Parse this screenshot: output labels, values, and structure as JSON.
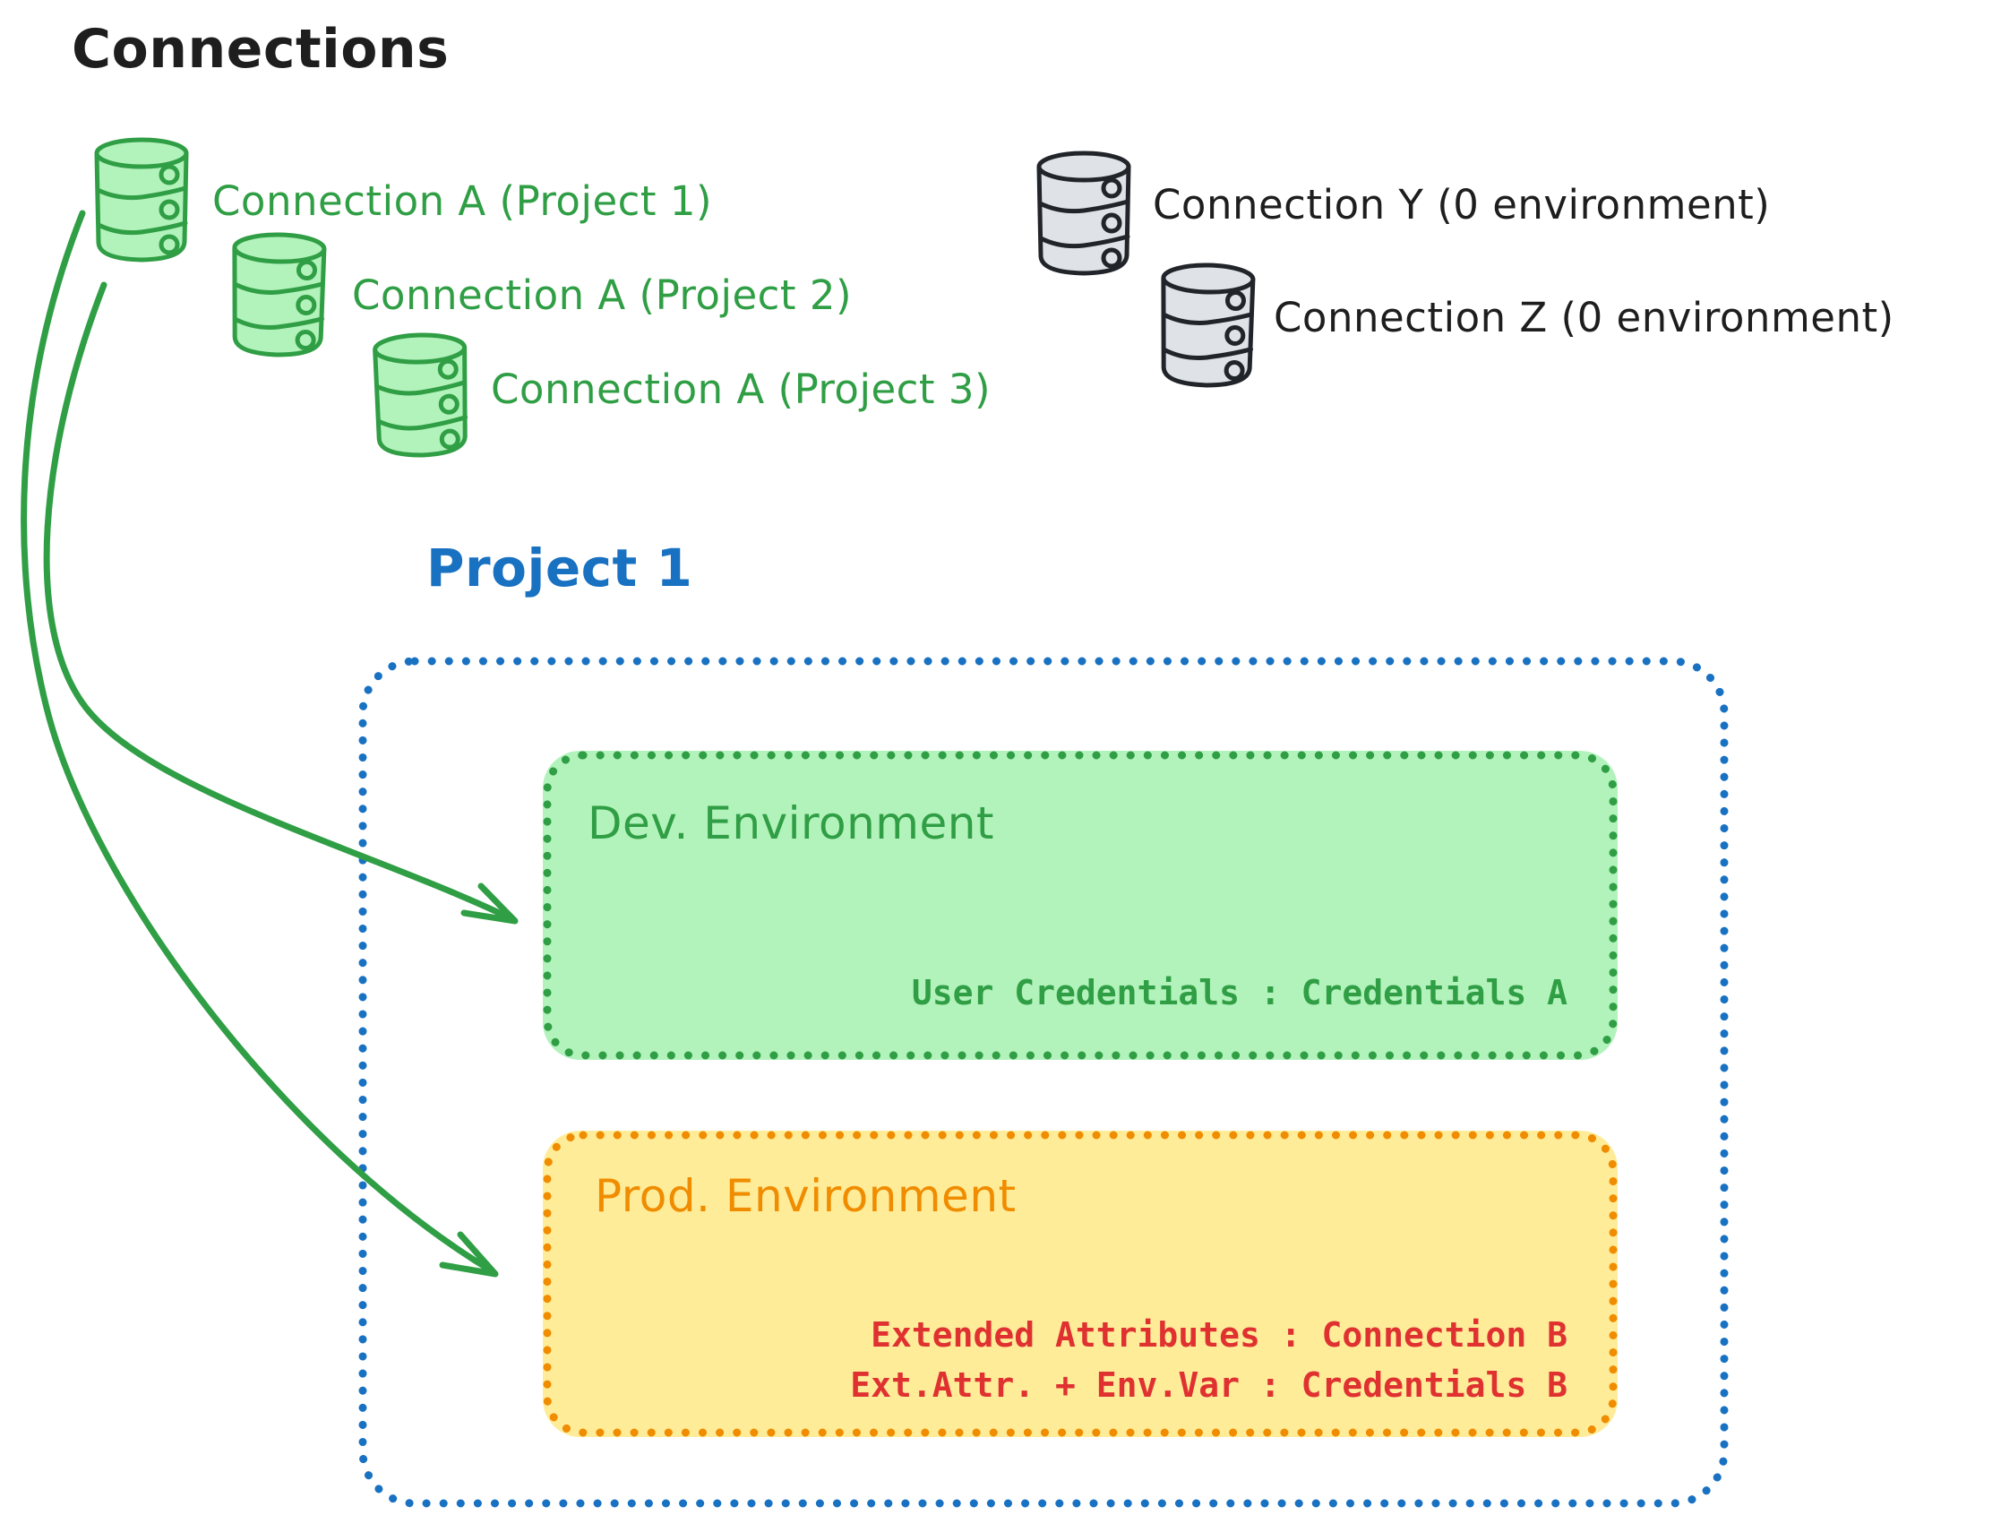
{
  "title": "Connections",
  "palette": {
    "ink": "#1e1e1e",
    "green": "#2f9e44",
    "green_fill": "#b2f2bb",
    "blue": "#1971c2",
    "orange": "#f08c00",
    "yellow_fill": "#ffec99",
    "red": "#e03131",
    "gray": "#212529",
    "gray_fill": "#dfe3e8"
  },
  "shared_connections": {
    "items": [
      {
        "icon": "database-icon",
        "label": "Connection A (Project 1)"
      },
      {
        "icon": "database-icon",
        "label": "Connection A (Project 2)"
      },
      {
        "icon": "database-icon",
        "label": "Connection A (Project 3)"
      }
    ]
  },
  "unassigned_connections": {
    "items": [
      {
        "icon": "database-icon",
        "label": "Connection Y (0 environment)"
      },
      {
        "icon": "database-icon",
        "label": "Connection Z (0 environment)"
      }
    ]
  },
  "project": {
    "title": "Project 1",
    "environments": [
      {
        "name": "Dev. Environment",
        "lines": [
          "User Credentials : Credentials A"
        ]
      },
      {
        "name": "Prod. Environment",
        "lines": [
          "Extended Attributes : Connection B",
          "Ext.Attr. + Env.Var : Credentials B"
        ]
      }
    ]
  }
}
